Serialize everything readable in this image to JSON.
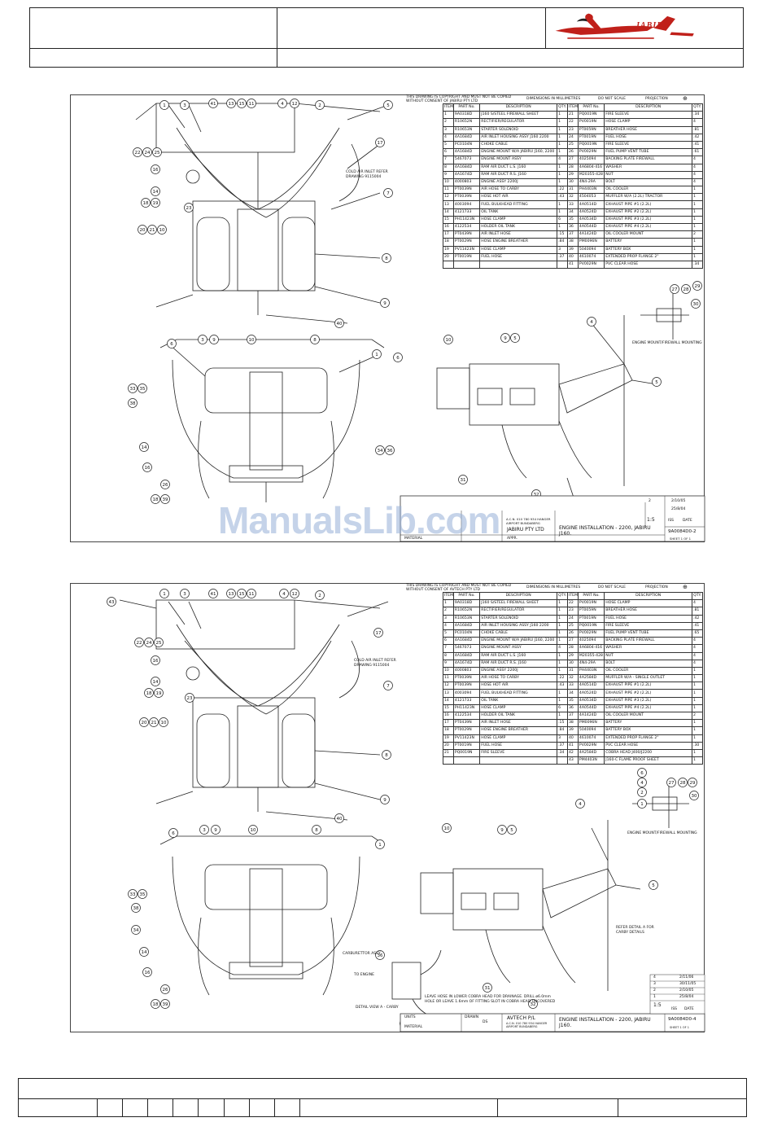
{
  "brand": {
    "logo_text": "JABIRU",
    "colors": {
      "logo_red": "#c0201a",
      "logo_dark": "#222222"
    }
  },
  "watermark": "ManualsLib.com",
  "sheet1": {
    "copyright": "THIS DRAWING IS COPYRIGHT AND MUST NOT BE COPIED WITHOUT CONSENT OF JABIRU PTY LTD",
    "dimensions": "DIMENSIONS IN MILLIMETRES",
    "do_not_scale": "DO NOT SCALE",
    "projection": "PROJECTION",
    "headers": [
      "ITEM",
      "PART No.",
      "DESCRIPTION",
      "QTY.",
      "ITEM",
      "PART No.",
      "DESCRIPTION",
      "QTY."
    ],
    "rows": [
      [
        "1",
        "9A0318D",
        "J160 S/STEEL FIREWALL SHEET",
        "1",
        "21",
        "PQ0019N",
        "FIRE SLEEVE",
        ".34"
      ],
      [
        "2",
        "R10652N",
        "RECTIFIER/REGULATOR",
        "1",
        "22",
        "PV0019N",
        "HOSE CLAMP",
        "4"
      ],
      [
        "3",
        "R10653N",
        "STARTER SOLENOID",
        "1",
        "23",
        "PT0059N",
        "BREATHER HOSE",
        ".81"
      ],
      [
        "4",
        "4A1684D",
        "AIR INLET HOUSING ASSY J160 2200",
        "1",
        "24",
        "PT0019N",
        "FUEL HOSE",
        ".42"
      ],
      [
        "5",
        "PC0104N",
        "CHOKE CABLE",
        "1",
        "25",
        "PQ0019N",
        "FIRE SLEEVE",
        ".41"
      ],
      [
        "6",
        "4A1684D",
        "ENGINE MOUNT W/A JABIRU J160, 2200",
        "1",
        "26",
        "PV0029N",
        "FUEL PUMP VENT TUBE",
        ".61"
      ],
      [
        "7",
        "5467073",
        "ENGINE MOUNT ASSY",
        "4",
        "27",
        "4025094",
        "BACKING PLATE FIREWALL",
        "4"
      ],
      [
        "8",
        "4A1684D",
        "RAM AIR DUCT L.S. J160",
        "1",
        "28",
        "4A6804-416",
        "WASHER",
        "4"
      ],
      [
        "9",
        "4A1674D",
        "RAM AIR DUCT R.S. J160",
        "1",
        "29",
        "M20355-428",
        "NUT",
        "4"
      ],
      [
        "10",
        "4000803",
        "ENGINE ASSY 2200J",
        "1",
        "30",
        "4N4-29A",
        "BOLT",
        "4"
      ],
      [
        "11",
        "PT0039N",
        "AIR HOSE TO CARBY",
        ".22",
        "31",
        "PH4403N",
        "OIL COOLER",
        "1"
      ],
      [
        "12",
        "PT0039N",
        "HOSE HOT AIR",
        ".43",
        "32",
        "4504053",
        "MUFFLER W/A (2.2L) TRACTOR",
        "1"
      ],
      [
        "13",
        "4003094",
        "FUEL BULKHEAD FITTING",
        "1",
        "33",
        "4A0514D",
        "EXHAUST PIPE #1 (2.2L)",
        "1"
      ],
      [
        "14",
        "4121733",
        "OIL TANK",
        "1",
        "34",
        "4A0524D",
        "EXHAUST PIPE #2 (2.2L)",
        "1"
      ],
      [
        "15",
        "PH11423N",
        "HOSE CLAMP",
        "6",
        "35",
        "4A0534D",
        "EXHAUST PIPE #3 (2.2L)",
        "1"
      ],
      [
        "16",
        "4122534",
        "HOLDER OIL TANK",
        "1",
        "36",
        "4A0544D",
        "EXHAUST PIPE #4 (2.2L)",
        "1"
      ],
      [
        "17",
        "PT0439N",
        "AIR INLET HOSE",
        ".15",
        "37",
        "4A1424D",
        "OIL COOLER MOUNT",
        "2"
      ],
      [
        "18",
        "PT0029N",
        "HOSE ENGINE BREATHER",
        ".84",
        "38",
        "PM0096N",
        "BATTERY",
        "1"
      ],
      [
        "19",
        "PV11423N",
        "HOSE CLAMP",
        "3",
        "39",
        "5040094",
        "BATTERY BOX",
        "1"
      ],
      [
        "20",
        "PT0019N",
        "FUEL HOSE",
        ".37",
        "40",
        "4610074",
        "EXTENDED PROP FLANGE 2\"",
        "1"
      ],
      [
        "",
        "",
        "",
        "",
        "41",
        "PV0029N",
        "PVC CLEAR HOSE",
        ".34"
      ]
    ],
    "cold_air": "COLD AIR INLET REFER DRAWING 9115004",
    "mount_label": "ENGINE MOUNT/FIREWALL MOUNTING",
    "title_block": {
      "company": "JABIRU PTY LTD",
      "address": "A.C.N. 010 780 934 HANGER AIRPORT BUNDABERG",
      "title": "ENGINE INSTALLATION - 2200, JABIRU J160.",
      "dwg_no": "9A0084D0-2",
      "scale": "1:5",
      "sheet": "SHEET 1 OF 1",
      "rev_date": "2/10/05",
      "iss": "ISS",
      "date_label": "DATE",
      "rev": "2",
      "iss_date": "25/8/04",
      "material": "MATERIAL",
      "appr": "APPR."
    }
  },
  "sheet2": {
    "copyright": "THIS DRAWING IS COPYRIGHT AND MUST NOT BE COPIED WITHOUT CONSENT OF AVTECH PTY LTD",
    "dimensions": "DIMENSIONS IN MILLIMETRES",
    "do_not_scale": "DO NOT SCALE",
    "projection": "PROJECTION",
    "headers": [
      "ITEM",
      "PART No.",
      "DESCRIPTION",
      "QTY.",
      "ITEM",
      "PART No.",
      "DESCRIPTION",
      "QTY."
    ],
    "rows": [
      [
        "1",
        "9A0318D",
        "J160 S/STEEL FIREWALL SHEET",
        "1",
        "22",
        "PV0019N",
        "HOSE CLAMP",
        "4"
      ],
      [
        "2",
        "R10652N",
        "RECTIFIER/REGULATOR",
        "1",
        "23",
        "PT0059N",
        "BREATHER HOSE",
        ".81"
      ],
      [
        "3",
        "R10653N",
        "STARTER SOLENOID",
        "1",
        "24",
        "PT0019N",
        "FUEL HOSE",
        ".42"
      ],
      [
        "4",
        "4A1684D",
        "AIR INLET HOUSING ASSY J160 2200",
        "1",
        "25",
        "PQ0019N",
        "FIRE SLEEVE",
        ".41"
      ],
      [
        "5",
        "PC0104N",
        "CHOKE CABLE",
        "1",
        "26",
        "PV0029N",
        "FUEL PUMP VENT TUBE",
        ".65"
      ],
      [
        "6",
        "4A1684D",
        "ENGINE MOUNT W/A JABIRU J160, 2200",
        "1",
        "27",
        "4025094",
        "BACKING PLATE FIREWALL",
        "4"
      ],
      [
        "7",
        "5467073",
        "ENGINE MOUNT ASSY",
        "4",
        "28",
        "4A6804-416",
        "WASHER",
        "4"
      ],
      [
        "8",
        "4A1684D",
        "RAM AIR DUCT L.S. J160",
        "1",
        "29",
        "M20355-428",
        "NUT",
        "4"
      ],
      [
        "9",
        "4A1674D",
        "RAM AIR DUCT R.S. J160",
        "1",
        "30",
        "4N4-29A",
        "BOLT",
        "4"
      ],
      [
        "10",
        "4000803",
        "ENGINE ASSY 2200J",
        "1",
        "31",
        "PH4403N",
        "OIL COOLER",
        "1"
      ],
      [
        "11",
        "PT0039N",
        "AIR HOSE TO CARBY",
        ".22",
        "32",
        "4A2584D",
        "MUFFLER W/A - SINGLE OUTLET",
        "1"
      ],
      [
        "12",
        "PT0039N",
        "HOSE HOT AIR",
        ".43",
        "33",
        "4A0514D",
        "EXHAUST PIPE #1 (2.2L)",
        "1"
      ],
      [
        "13",
        "4003094",
        "FUEL BULKHEAD FITTING",
        "1",
        "34",
        "4A0524D",
        "EXHAUST PIPE #2 (2.2L)",
        "1"
      ],
      [
        "14",
        "4121733",
        "OIL TANK",
        "1",
        "35",
        "4A0534D",
        "EXHAUST PIPE #3 (2.2L)",
        "1"
      ],
      [
        "15",
        "PH11423N",
        "HOSE CLAMP",
        "6",
        "36",
        "4A0544D",
        "EXHAUST PIPE #4 (2.2L)",
        "1"
      ],
      [
        "16",
        "4122534",
        "HOLDER OIL TANK",
        "1",
        "37",
        "4A1424D",
        "OIL COOLER MOUNT",
        "2"
      ],
      [
        "17",
        "PT0439N",
        "AIR INLET HOSE",
        ".15",
        "38",
        "PM0096N",
        "BATTERY",
        "1"
      ],
      [
        "18",
        "PT0029N",
        "HOSE ENGINE BREATHER",
        ".84",
        "39",
        "5040094",
        "BATTERY BOX",
        "1"
      ],
      [
        "19",
        "PV11423N",
        "HOSE CLAMP",
        "3",
        "40",
        "4610074",
        "EXTENDED PROP FLANGE 2\"",
        "1"
      ],
      [
        "20",
        "PT0019N",
        "FUEL HOSE",
        ".37",
        "41",
        "PV0029N",
        "PVC CLEAR HOSE",
        ".30"
      ],
      [
        "21",
        "PQ0019N",
        "FIRE SLEEVE",
        ".34",
        "42",
        "4A2584D",
        "COBRA HEAD J400/J2200",
        "1"
      ],
      [
        "",
        "",
        "",
        "",
        "43",
        "PM4403N",
        "J160-C FLAME PROOF SHEET",
        "1"
      ]
    ],
    "cold_air": "COLD AIR INLET REFER DRAWING 9115004",
    "mount_label": "ENGINE MOUNT/FIREWALL MOUNTING",
    "refer_detail": "REFER DETAIL A FOR CARBY DETAILS",
    "carb_label": "CARBURETTOR ASSY",
    "to_engine": "TO ENGINE",
    "detail_view": "DETAIL VIEW A - CARBY",
    "note": "LEAVE HOSE IN LOWER COBRA HEAD FOR DRAINAGE. DRILL ø6.0mm HOLE OR LEAVE 1.6mm OF FITTING SLOT IN COBRA HEAD UNCOVERED",
    "title_block": {
      "company": "AVTECH P/L",
      "address": "A.C.N. 010 780 934 HANGER AIRPORT BUNDABERG",
      "title": "ENGINE INSTALLATION - 2200, JABIRU J160.",
      "dwg_no": "9A0084D0-4",
      "scale": "1:5",
      "sheet": "SHEET 1 OF 1",
      "units": "UNITS",
      "material": "MATERIAL",
      "drawn": "DRAWN",
      "drawn_by": "DS",
      "iss": "ISS",
      "date_label": "DATE",
      "revs": [
        [
          "4",
          "2/11/06"
        ],
        [
          "3",
          "30/11/05"
        ],
        [
          "2",
          "2/10/05"
        ],
        [
          "1",
          "25/8/04"
        ]
      ]
    }
  },
  "balloons1": {
    "a": "1",
    "b": "3",
    "c": "41",
    "d": "13",
    "e": "15",
    "f": "11",
    "g": "4",
    "h": "12",
    "i": "2",
    "j": "5",
    "k": "17",
    "l": "7",
    "m": "22",
    "n": "24",
    "o": "25",
    "p": "16",
    "q": "14",
    "r": "18",
    "s": "19",
    "t": "23",
    "u": "20",
    "v": "21",
    "w": "10",
    "x": "8",
    "y": "9",
    "z": "40",
    "a2": "6",
    "b2": "3",
    "c2": "9",
    "d2": "10",
    "e2": "8",
    "f2": "1",
    "g2": "6",
    "h2": "33",
    "i2": "35",
    "j2": "38",
    "k2": "14",
    "l2": "16",
    "m2": "26",
    "n2": "18",
    "o2": "39",
    "p2": "34",
    "q2": "36",
    "r2": "10",
    "s2": "9",
    "t2": "5",
    "u2": "4",
    "v2": "5",
    "w2": "31",
    "x2": "32",
    "y2": "37",
    "z2": "27",
    "a3": "28",
    "b3": "29",
    "c3": "30"
  },
  "balloons2": {
    "a": "43",
    "b": "1",
    "c": "3",
    "d": "41",
    "e": "13",
    "f": "15",
    "g": "11",
    "h": "4",
    "i": "12",
    "j": "2",
    "k": "17",
    "l": "22",
    "m": "24",
    "n": "25",
    "o": "16",
    "p": "14",
    "q": "18",
    "r": "19",
    "s": "23",
    "t": "20",
    "u": "21",
    "v": "10",
    "w": "7",
    "x": "8",
    "y": "9",
    "z": "40",
    "a2": "6",
    "b2": "3",
    "c2": "9",
    "d2": "10",
    "e2": "8",
    "f2": "1",
    "g2": "33",
    "h2": "35",
    "i2": "38",
    "j2": "34",
    "k2": "14",
    "l2": "16",
    "m2": "26",
    "n2": "18",
    "o2": "39",
    "p2": "10",
    "q2": "9",
    "r2": "5",
    "s2": "4",
    "t2": "5",
    "u2": "31",
    "v2": "32",
    "w2": "37",
    "x2": "36",
    "y2": "27",
    "z2": "28",
    "a3": "29",
    "b3": "30",
    "c3": "6",
    "d3": "4",
    "e3": "2",
    "f3": "1"
  }
}
